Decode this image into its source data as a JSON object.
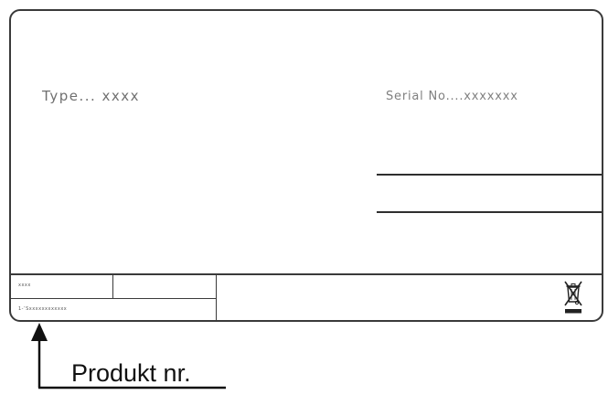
{
  "label": {
    "type_text": "Type... xxxx",
    "serial_text": "Serial No....xxxxxxx",
    "cell_code_small": "xxxx",
    "cell_code_long": "1-’Sxxxxxxxxxxxx"
  },
  "annotation": {
    "caption": "Produkt nr."
  },
  "icons": {
    "disposal": "crossed-out-wheelie-bin-icon"
  }
}
